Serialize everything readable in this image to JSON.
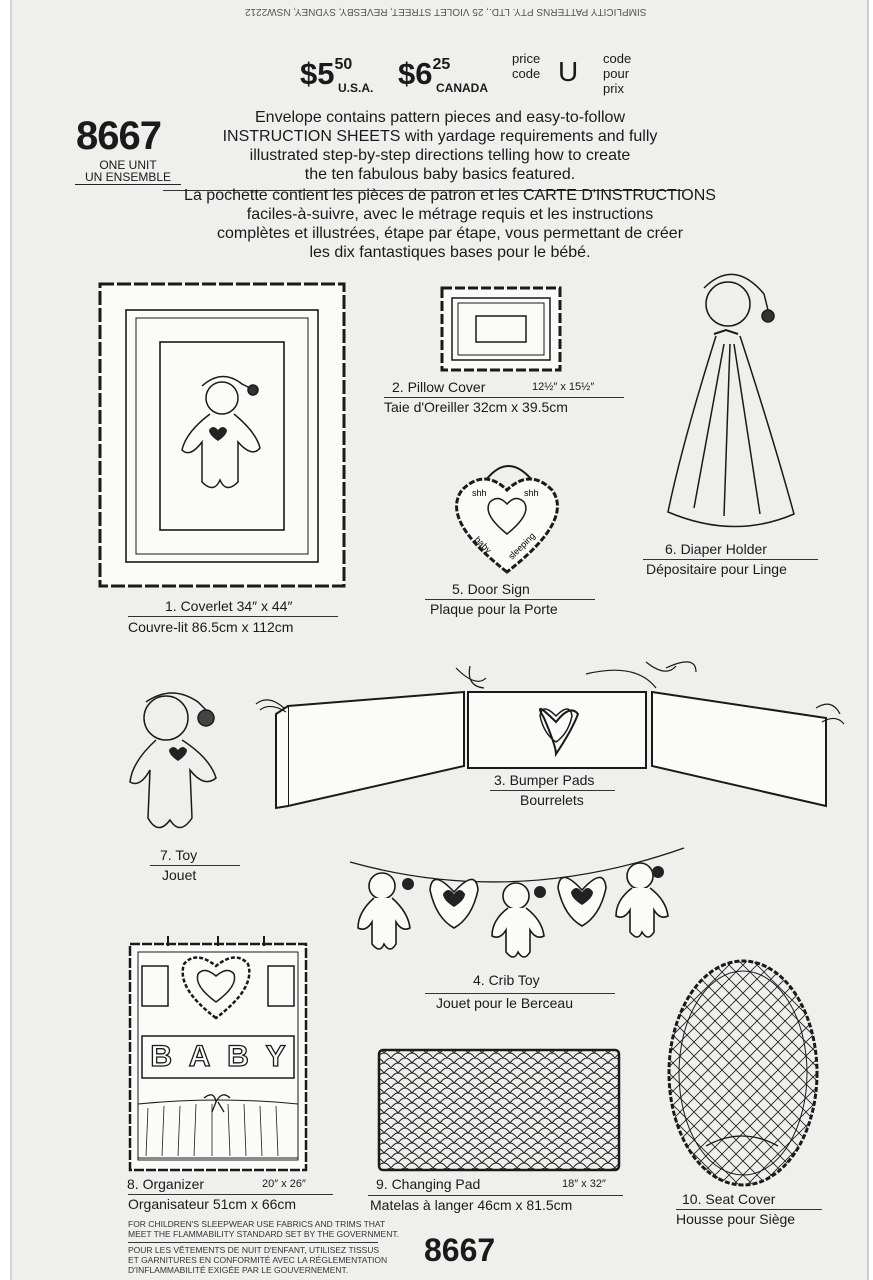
{
  "publisher_line": "SIMPLICITY PATTERNS PTY. LTD., 25 VIOLET STREET, REVESBY, SYDNEY, NSW2212",
  "pattern_number": "8667",
  "unit_en": "ONE UNIT",
  "unit_fr": "UN ENSEMBLE",
  "price": {
    "usa_dollar": "$5",
    "usa_cents": "50",
    "usa_label": "U.S.A.",
    "canada_dollar": "$6",
    "canada_cents": "25",
    "canada_label": "CANADA",
    "price_code_label": "price code",
    "code": "U",
    "code_pour_prix": "code pour prix"
  },
  "intro_en": [
    "Envelope contains pattern pieces and easy-to-follow",
    "INSTRUCTION SHEETS with yardage requirements and fully",
    "illustrated step-by-step directions telling how to create",
    "the ten fabulous baby basics featured."
  ],
  "intro_fr": [
    "La pochette contient les pièces de patron et les CARTE D'INSTRUCTIONS",
    "faciles-à-suivre, avec le métrage requis et les instructions",
    "complètes et illustrées, étape par étape, vous permettant de créer",
    "les dix fantastiques bases pour le bébé."
  ],
  "items": {
    "coverlet": {
      "en": "1.  Coverlet 34″ x 44″",
      "fr": "Couvre-lit 86.5cm x 112cm"
    },
    "pillow": {
      "en": "2.  Pillow Cover",
      "size": "12½″ x 15½″",
      "fr": "Taie d'Oreiller 32cm x 39.5cm"
    },
    "bumper": {
      "en": "3.  Bumper Pads",
      "fr": "Bourrelets"
    },
    "crib_toy": {
      "en": "4.  Crib Toy",
      "fr": "Jouet pour le Berceau"
    },
    "door_sign": {
      "en": "5.  Door Sign",
      "fr": "Plaque pour la Porte"
    },
    "diaper": {
      "en": "6.  Diaper Holder",
      "fr": "Dépositaire pour Linge"
    },
    "toy": {
      "en": "7.  Toy",
      "fr": "Jouet"
    },
    "organizer": {
      "en": "8.  Organizer",
      "size": "20″ x 26″",
      "fr": "Organisateur 51cm x 66cm"
    },
    "changing_pad": {
      "en": "9.  Changing Pad",
      "size": "18″ x 32″",
      "fr": "Matelas à langer 46cm x 81.5cm"
    },
    "seat_cover": {
      "en": "10.  Seat Cover",
      "fr": "Housse pour Siège"
    }
  },
  "door_sign_words": {
    "w1": "shh",
    "w2": "shh",
    "w3": "baby",
    "w4": "sleeping"
  },
  "organizer_letters": [
    "B",
    "A",
    "B",
    "Y"
  ],
  "footer_en": [
    "FOR CHILDREN'S SLEEPWEAR USE FABRICS AND TRIMS THAT",
    "MEET THE FLAMMABILITY STANDARD SET BY THE GOVERNMENT."
  ],
  "footer_fr": [
    "POUR LES VÊTEMENTS DE NUIT D'ENFANT, UTILISEZ TISSUS",
    "ET GARNITURES EN CONFORMITÉ AVEC LA RÉGLEMENTATION",
    "D'INFLAMMABILITÉ EXIGÉE PAR LE GOUVERNEMENT."
  ],
  "footer_number": "8667"
}
